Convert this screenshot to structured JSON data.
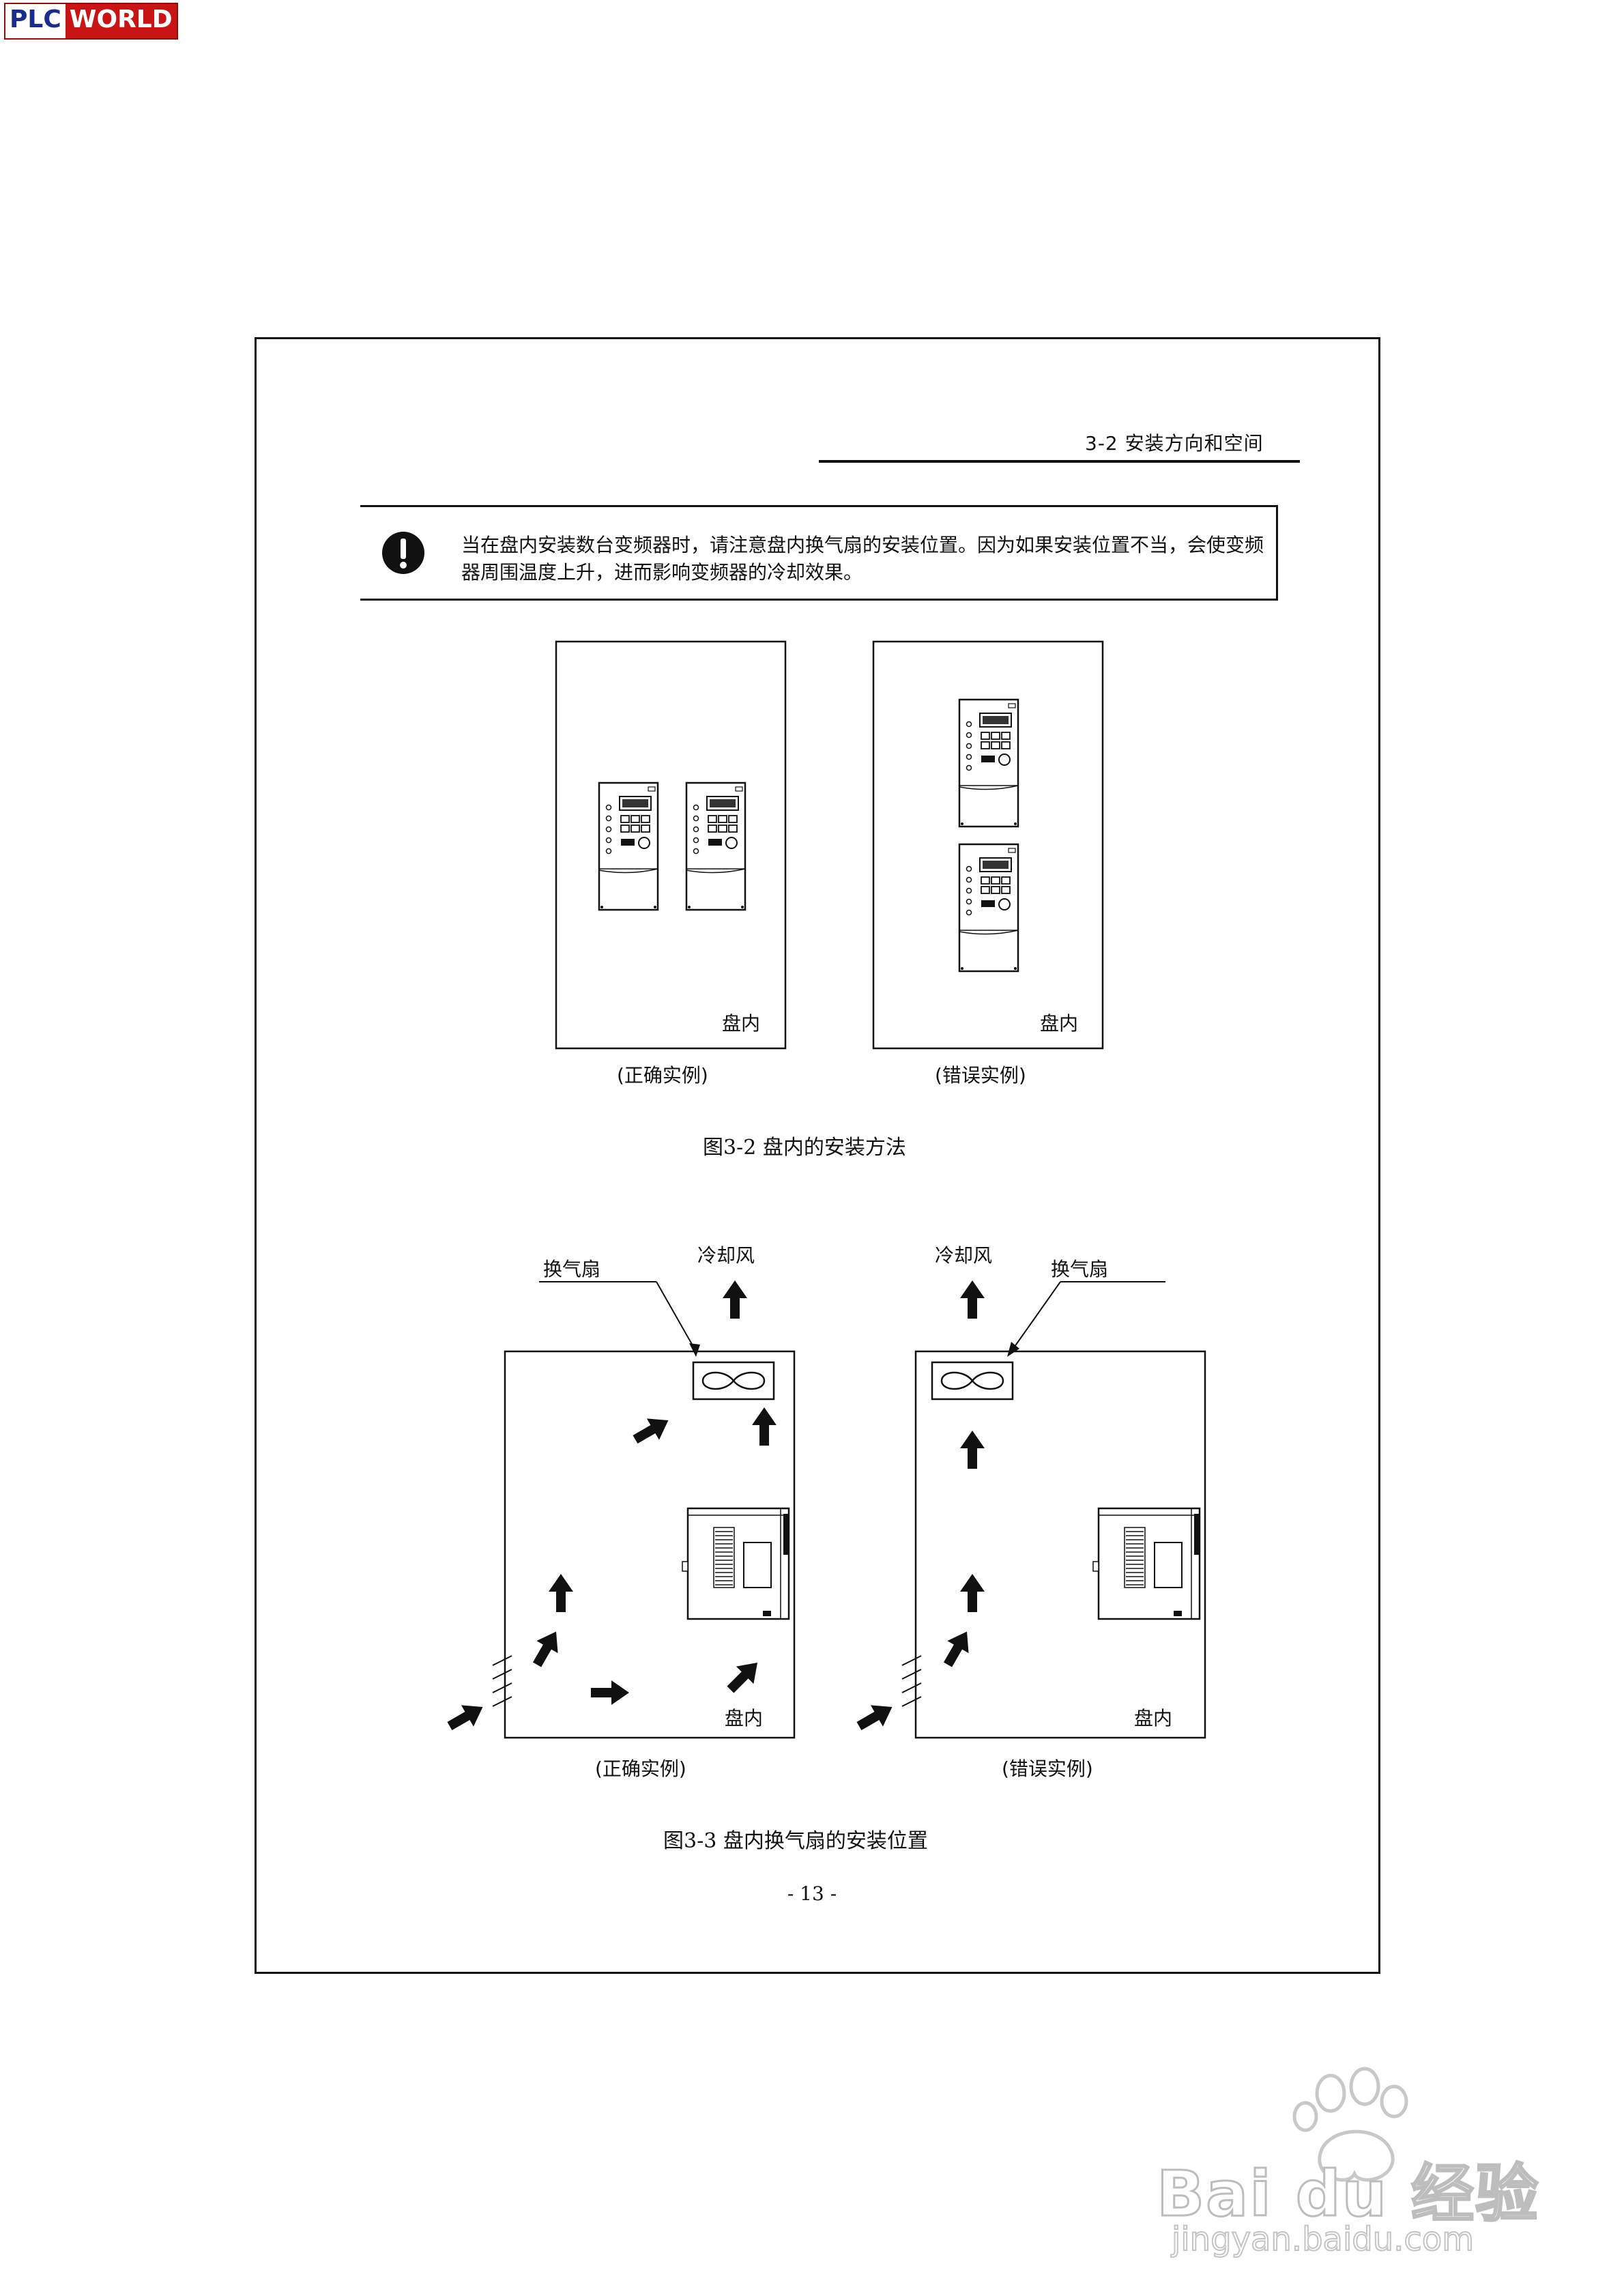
{
  "logo": {
    "part1": "PLC",
    "part2": "WORLD"
  },
  "header": {
    "section": "3-2  安装方向和空间"
  },
  "notice": {
    "icon": "exclamation-icon",
    "text": "当在盘内安装数台变频器时，请注意盘内换气扇的安装位置。因为如果安装位置不当，会使变频器周围温度上升，进而影响变频器的冷却效果。"
  },
  "figure1": {
    "panel_label_left": "盘内",
    "panel_label_right": "盘内",
    "caption_left": "(正确实例)",
    "caption_right": "(错误实例)",
    "title": "图3-2  盘内的安装方法"
  },
  "figure2": {
    "fan_label_left": "换气扇",
    "cool_label_left": "冷却风",
    "fan_label_right": "换气扇",
    "cool_label_right": "冷却风",
    "panel_label_left": "盘内",
    "panel_label_right": "盘内",
    "caption_left": "(正确实例)",
    "caption_right": "(错误实例)",
    "title": "图3-3    盘内换气扇的安装位置"
  },
  "page_number": "- 13 -",
  "watermark": {
    "brand": "Bai du 经验",
    "url": "jingyan.baidu.com"
  }
}
